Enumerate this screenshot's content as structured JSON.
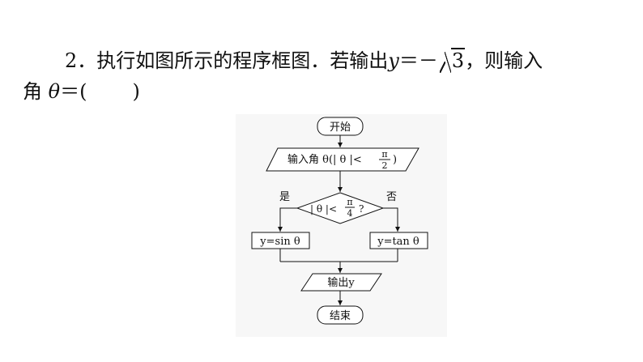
{
  "question": {
    "number": "2",
    "text_prefix": "．执行如图所示的程序框图．若输出",
    "var_y": "y",
    "equals": "＝",
    "neg": "－",
    "radicand": "3",
    "text_suffix": "，则输入",
    "line2_prefix": "角",
    "var_theta": "θ",
    "line2_equals": "＝(",
    "line2_close": ")"
  },
  "flowchart": {
    "start": "开始",
    "input_prefix": "输入角 θ(",
    "input_cond": "| θ |<",
    "input_num": "π",
    "input_den": "2",
    "input_suffix": ")",
    "decision_cond": "| θ |<",
    "decision_num": "π",
    "decision_den": "4",
    "decision_q": "?",
    "yes_label": "是",
    "no_label": "否",
    "left_box": "y=sin θ",
    "right_box": "y=tan θ",
    "output": "输出y",
    "end": "结束"
  }
}
